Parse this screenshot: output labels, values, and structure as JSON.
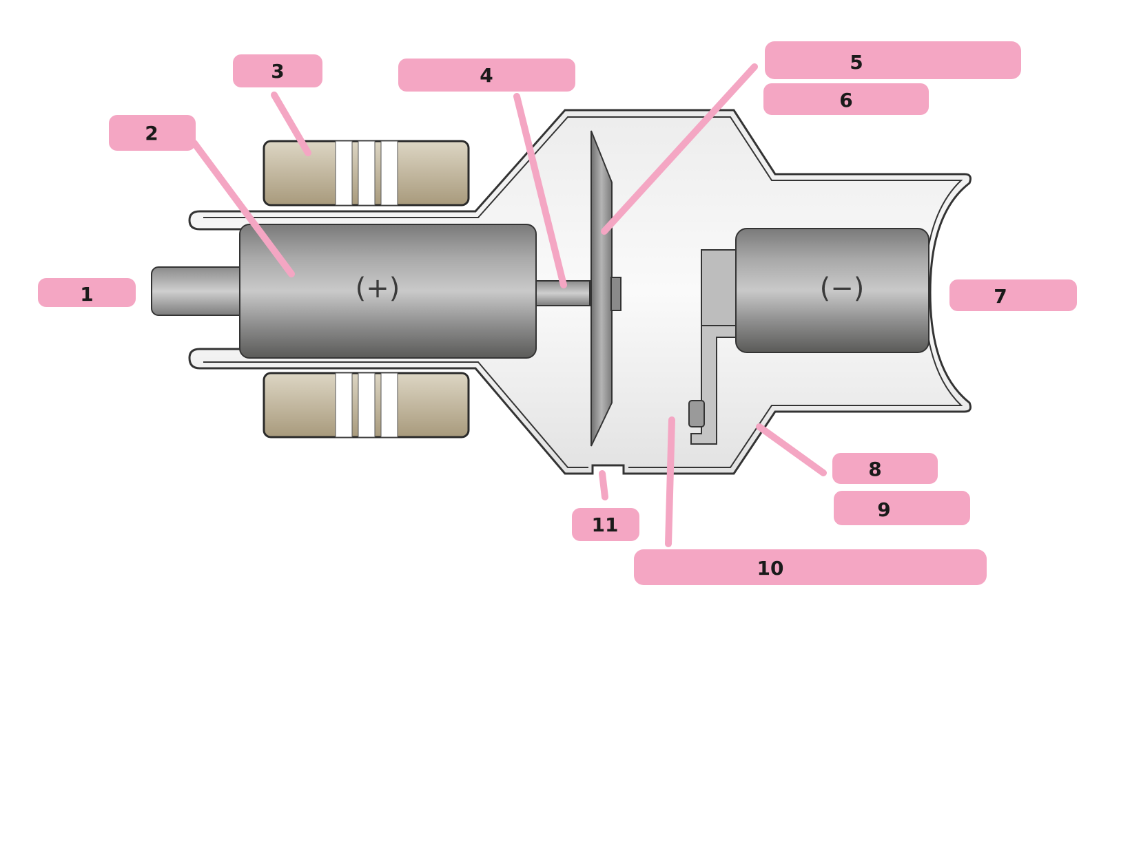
{
  "diagram": {
    "anode_polarity": "(+)",
    "cathode_polarity": "(−)",
    "label_color": "#f4a6c3",
    "labels": [
      {
        "id": "1",
        "text": "1"
      },
      {
        "id": "2",
        "text": "2"
      },
      {
        "id": "3",
        "text": "3"
      },
      {
        "id": "4",
        "text": "4"
      },
      {
        "id": "5",
        "text": "5"
      },
      {
        "id": "6",
        "text": "6"
      },
      {
        "id": "7",
        "text": "7"
      },
      {
        "id": "8",
        "text": "8"
      },
      {
        "id": "9",
        "text": "9"
      },
      {
        "id": "10",
        "text": "10"
      },
      {
        "id": "11",
        "text": "11"
      }
    ]
  }
}
